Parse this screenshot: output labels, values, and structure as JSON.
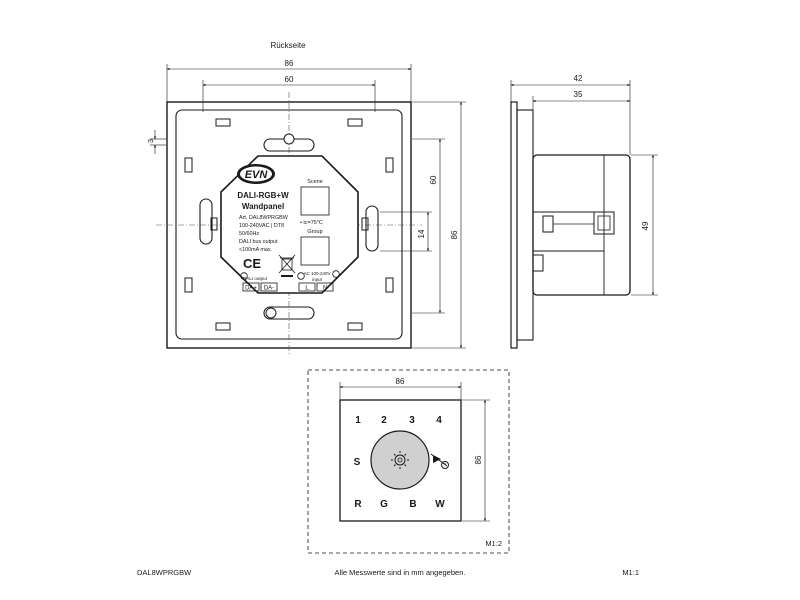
{
  "header": {
    "view_label": "Rückseite"
  },
  "rear_view": {
    "dim_outer_width": "86",
    "dim_inner_width": "60",
    "dim_offset": "3",
    "dim_vert_spacing": "60",
    "dim_center": "14",
    "dim_outer_height": "86",
    "module": {
      "logo": "EVN",
      "title_line1": "DALI-RGB+W",
      "title_line2": "Wandpanel",
      "scene_label": "Scene",
      "group_label": "Group",
      "temp_label": "• tc=75°C",
      "specs": [
        "Art. DAL8WPRGBW",
        "100-240VAC | DT8",
        "50/60Hz",
        "DALI bus output",
        "<100mA max."
      ],
      "ce_mark": "CE",
      "dali_label": "DALI output",
      "ac_label": "AC 100-240V",
      "input_label": "input",
      "terminals": [
        "DA+",
        "DA-",
        "L",
        "N"
      ]
    }
  },
  "side_view": {
    "dim_total_depth": "42",
    "dim_body_depth": "35",
    "dim_height": "49"
  },
  "front_view": {
    "dim_width": "86",
    "dim_height": "86",
    "scale": "M1:2",
    "buttons_top": [
      "1",
      "2",
      "3",
      "4"
    ],
    "button_s": "S",
    "buttons_bottom": [
      "R",
      "G",
      "B",
      "W"
    ]
  },
  "footer": {
    "article": "DAL8WPRGBW",
    "note": "Alle Messwerte sind in mm angegeben.",
    "scale": "M1:1"
  }
}
